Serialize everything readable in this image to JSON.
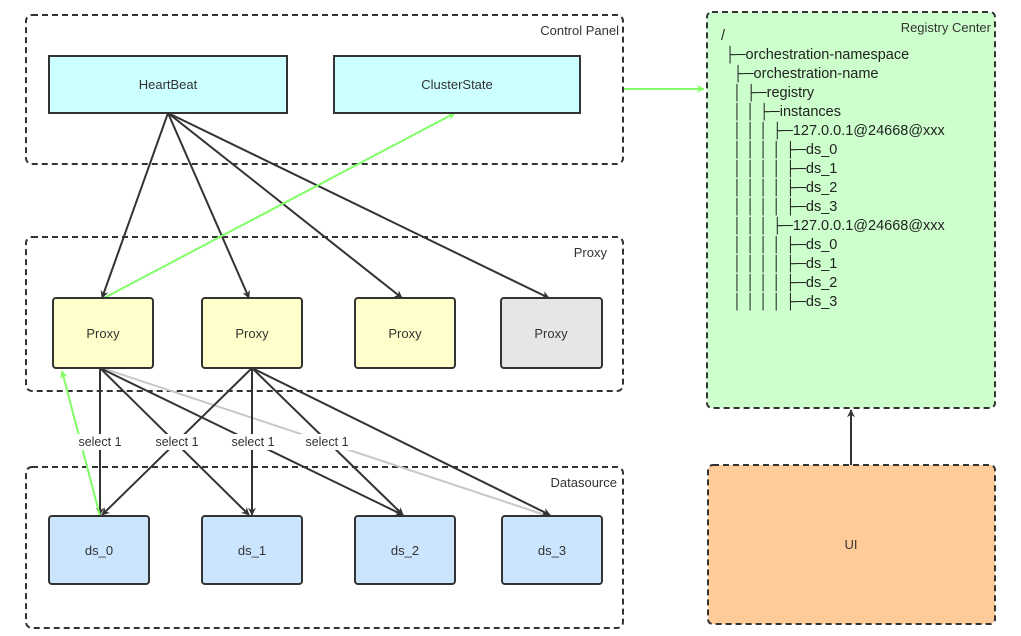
{
  "groups": {
    "control_panel": "Control Panel",
    "proxy": "Proxy",
    "datasource": "Datasource",
    "registry_center": "Registry Center"
  },
  "nodes": {
    "heartbeat": "HeartBeat",
    "cluster_state": "ClusterState",
    "proxy_1": "Proxy",
    "proxy_2": "Proxy",
    "proxy_3": "Proxy",
    "proxy_4": "Proxy",
    "ds_0": "ds_0",
    "ds_1": "ds_1",
    "ds_2": "ds_2",
    "ds_3": "ds_3",
    "ui": "UI"
  },
  "edge_labels": [
    "select 1",
    "select 1",
    "select 1",
    "select 1"
  ],
  "registry_tree": [
    "/",
    "├─orchestration-namespace",
    "├─orchestration-name",
    "│  ├─registry",
    "│  │  ├─instances",
    "│  │  │  ├─127.0.0.1@24668@xxx",
    "│  │  │  │  ├─ds_0",
    "│  │  │  │  ├─ds_1",
    "│  │  │  │  ├─ds_2",
    "│  │  │  │  ├─ds_3",
    "│  │  │  ├─127.0.0.1@24668@xxx",
    "│  │  │  │  ├─ds_0",
    "│  │  │  │  ├─ds_1",
    "│  │  │  │  ├─ds_2",
    "│  │  │  │  ├─ds_3"
  ],
  "colors": {
    "cyan_fill": "#ccffff",
    "yellow_fill": "#ffffcc",
    "gray_fill": "#e6e6e6",
    "blue_fill": "#cce5ff",
    "green_fill": "#ccffcc",
    "orange_fill": "#ffcc99",
    "green_arrow": "#80ff66",
    "dark_arrow": "#333333",
    "light_arrow": "#c8c8c8"
  }
}
